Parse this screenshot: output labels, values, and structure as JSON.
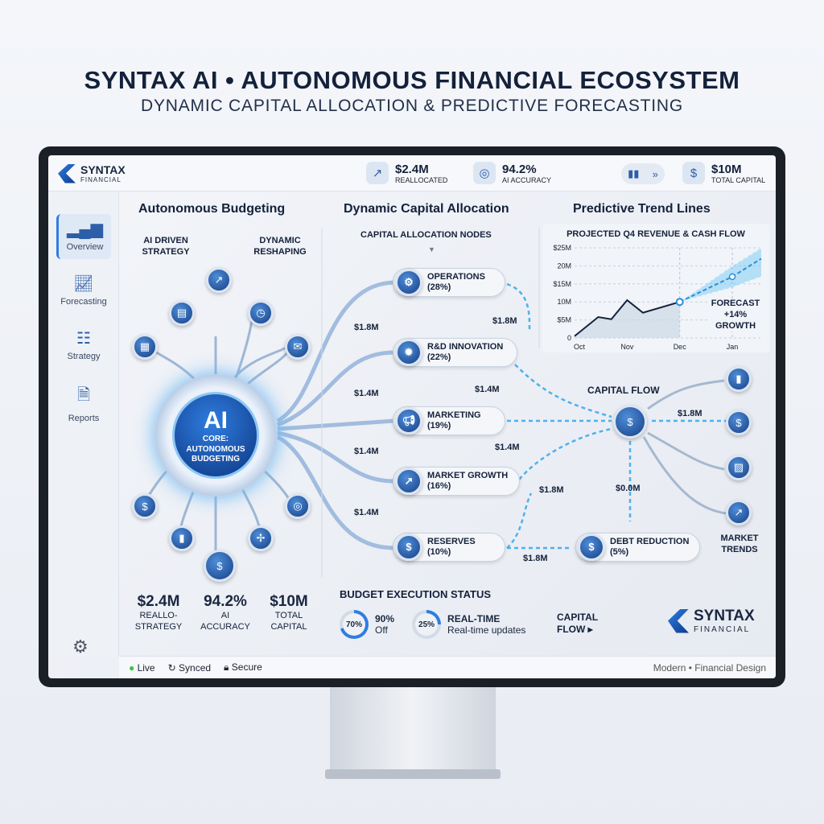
{
  "header": {
    "title": "SYNTAX AI • AUTONOMOUS FINANCIAL ECOSYSTEM",
    "subtitle": "DYNAMIC CAPITAL ALLOCATION & PREDICTIVE FORECASTING"
  },
  "app": {
    "logo_name": "SYNTAX",
    "logo_sub": "FINANCIAL",
    "kpis": [
      {
        "value": "$2.4M",
        "label": "REALLOCATED",
        "icon": "trend-icon"
      },
      {
        "value": "94.2%",
        "label": "AI ACCURACY",
        "icon": "target-icon"
      },
      {
        "value": "$10M",
        "label": "TOTAL CAPITAL",
        "icon": "dollar-icon"
      }
    ]
  },
  "sidebar": {
    "items": [
      {
        "label": "Overview",
        "icon": "bar-chart-icon",
        "selected": true
      },
      {
        "label": "Forecasting",
        "icon": "line-chart-icon"
      },
      {
        "label": "Strategy",
        "icon": "strategy-icon"
      },
      {
        "label": "Reports",
        "icon": "document-icon"
      }
    ],
    "settings_icon": "gear-icon"
  },
  "budgeting": {
    "title": "Autonomous Budgeting",
    "left_label": "AI DRIVEN STRATEGY",
    "right_label": "DYNAMIC RESHAPING",
    "core_big": "AI",
    "core_text": "CORE: AUTONOMOUS BUDGETING",
    "stats": [
      {
        "value": "$2.4M",
        "label": "REALLO- STRATEGY"
      },
      {
        "value": "94.2%",
        "label": "AI ACCURACY"
      },
      {
        "value": "$10M",
        "label": "TOTAL CAPITAL"
      }
    ]
  },
  "allocation": {
    "title": "Dynamic Capital Allocation",
    "subtitle": "CAPITAL ALLOCATION NODES",
    "nodes": [
      {
        "name": "OPERATIONS",
        "pct": "(28%)"
      },
      {
        "name": "R&D INNOVATION",
        "pct": "(22%)"
      },
      {
        "name": "MARKETING",
        "pct": "(19%)"
      },
      {
        "name": "MARKET GROWTH",
        "pct": "(16%)"
      },
      {
        "name": "RESERVES",
        "pct": "(10%)"
      }
    ],
    "amounts": [
      "$1.8M",
      "$1.4M",
      "$1.4M",
      "$1.4M",
      "$1.8M",
      "$1.4M",
      "$1.4M",
      "$1.8M",
      "$1.8M",
      "$1.8M",
      "$0.0M"
    ],
    "capital_flow": "CAPITAL FLOW",
    "debt": {
      "name": "DEBT REDUCTION",
      "pct": "(5%)"
    },
    "market_trends": "MARKET TRENDS"
  },
  "trend": {
    "title": "Predictive Trend Lines"
  },
  "chart_data": {
    "type": "line",
    "title": "PROJECTED Q4 REVENUE & CASH FLOW",
    "x_ticks": [
      "Oct",
      "Nov",
      "Dec",
      "Jan"
    ],
    "y_ticks": [
      "0",
      "$5M",
      "10M",
      "$15M",
      "20M",
      "$25M"
    ],
    "ylim": [
      0,
      25
    ],
    "grid": true,
    "actual": {
      "x": [
        0,
        0.45,
        0.7,
        1,
        1.3,
        2
      ],
      "y": [
        0.5,
        5.8,
        5.2,
        10.5,
        7,
        10
      ]
    },
    "forecast": {
      "x": [
        2,
        3,
        3.55
      ],
      "y": [
        10,
        17,
        22
      ]
    },
    "band_upper": {
      "x": [
        2,
        3,
        3.55
      ],
      "y": [
        10,
        20,
        25
      ]
    },
    "band_lower": {
      "x": [
        2,
        3,
        3.55
      ],
      "y": [
        10,
        14,
        17
      ]
    },
    "annotation": "FORECAST +14% GROWTH",
    "colors": {
      "actual": "#14213a",
      "forecast": "#2a8fd6",
      "band": "#6cc6f5"
    }
  },
  "execution": {
    "title": "BUDGET EXECUTION STATUS",
    "ring1": "70%",
    "ring1_value": 0.7,
    "ring1_big": "90%",
    "ring1_small": "Off",
    "ring2": "25%",
    "ring2_value": 0.25,
    "ring2_big": "REAL-TIME",
    "ring2_small": "Real-time updates",
    "capital_flow": "CAPITAL FLOW ▸"
  },
  "status": {
    "live": "Live",
    "synced": "Synced",
    "secure": "Secure",
    "right": "Modern • Financial Design"
  },
  "colors": {
    "accent": "#2f7de0",
    "navy": "#14213a",
    "live": "#2ecc40"
  }
}
